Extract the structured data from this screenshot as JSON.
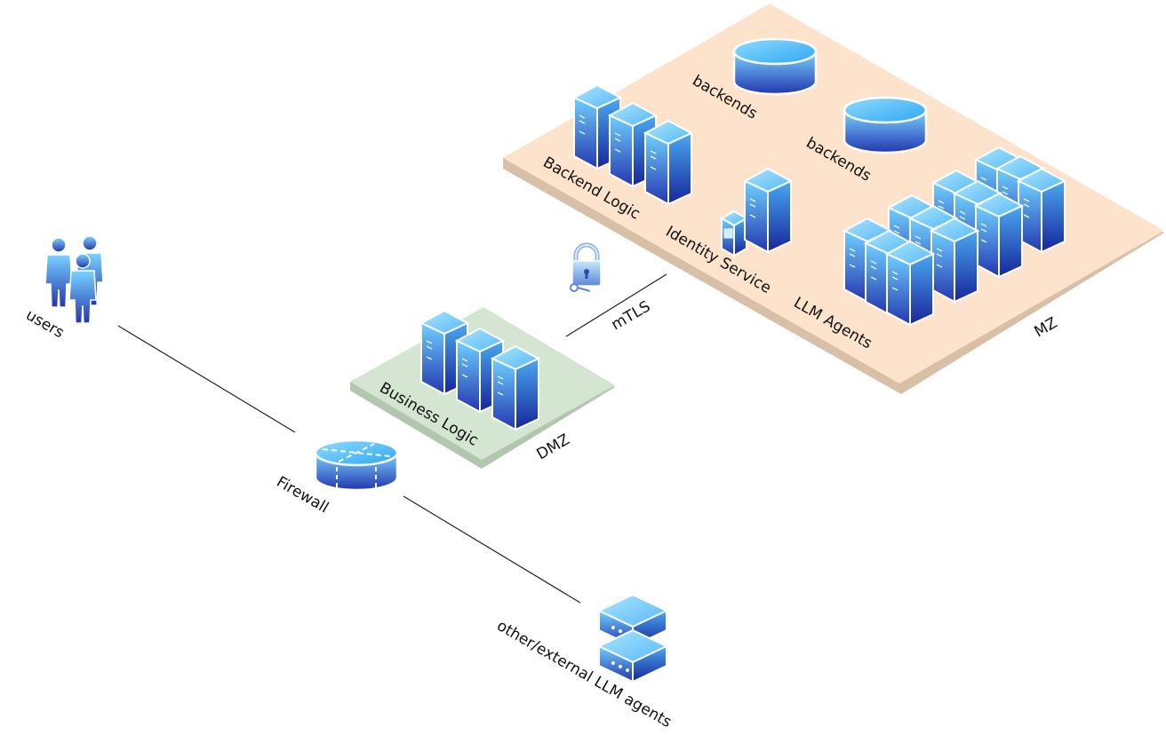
{
  "zones": {
    "mz": {
      "label": "MZ",
      "color": "#fde3cc",
      "shadow": "#d8bfa8"
    },
    "dmz": {
      "label": "DMZ",
      "color": "#d4e5d2",
      "shadow": "#b3c6af"
    }
  },
  "nodes": {
    "users": {
      "label": "users",
      "icon": "users-icon"
    },
    "firewall": {
      "label": "Firewall",
      "icon": "firewall-icon"
    },
    "business_logic": {
      "label": "Business Logic",
      "icon": "server-rack-icon"
    },
    "backend_logic": {
      "label": "Backend Logic",
      "icon": "server-rack-icon"
    },
    "identity_service": {
      "label": "Identity Service",
      "icon": "identity-server-icon"
    },
    "llm_agents": {
      "label": "LLM Agents",
      "icon": "server-cluster-icon"
    },
    "backends_1": {
      "label": "backends",
      "icon": "database-icon"
    },
    "backends_2": {
      "label": "backends",
      "icon": "database-icon"
    },
    "external_agents": {
      "label": "other/external LLM agents",
      "icon": "external-server-icon"
    }
  },
  "links": {
    "mtls": {
      "label": "mTLS",
      "icon": "lock-icon"
    }
  },
  "colors": {
    "device_top": "#5fc8ff",
    "device_dark": "#1f3fb0",
    "line": "#222222"
  }
}
